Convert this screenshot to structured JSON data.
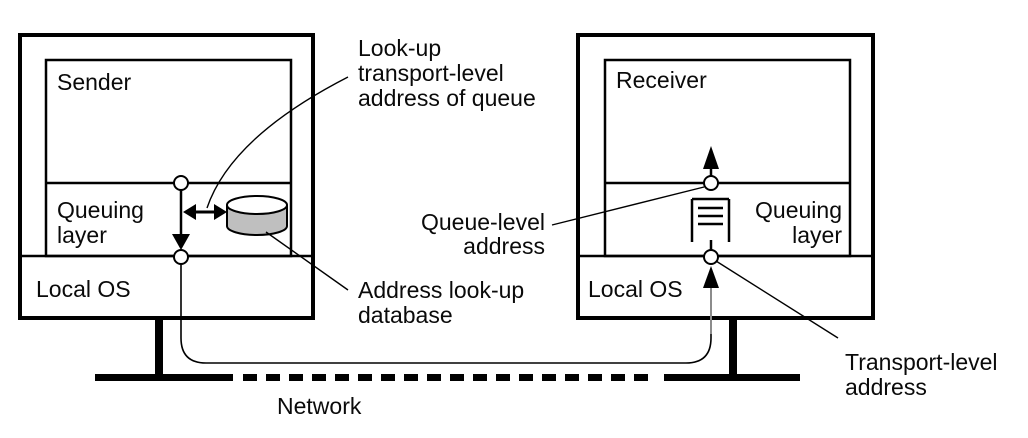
{
  "machines": {
    "sender": {
      "title": "Sender",
      "layer": {
        "line1": "Queuing",
        "line2": "layer"
      },
      "os": "Local OS"
    },
    "receiver": {
      "title": "Receiver",
      "layer": {
        "line1": "Queuing",
        "line2": "layer"
      },
      "os": "Local OS"
    }
  },
  "annotations": {
    "lookup": {
      "line1": "Look-up",
      "line2": "transport-level",
      "line3": "address of queue"
    },
    "queue_level": {
      "line1": "Queue-level",
      "line2": "address"
    },
    "address_db": {
      "line1": "Address look-up",
      "line2": "database"
    },
    "transport": {
      "line1": "Transport-level",
      "line2": "address"
    },
    "network": "Network"
  },
  "icons": {
    "database": "database-cylinder-icon",
    "queue": "message-queue-icon",
    "bidirectional_arrow": "bidirectional-arrow-icon",
    "down_arrow": "down-arrow-icon",
    "up_arrow": "up-arrow-icon"
  },
  "colors": {
    "line": "#000000",
    "text": "#0a0a0a",
    "db_fill": "#bfbfbf",
    "path_gray": "#8c8c8c",
    "background": "#ffffff"
  }
}
